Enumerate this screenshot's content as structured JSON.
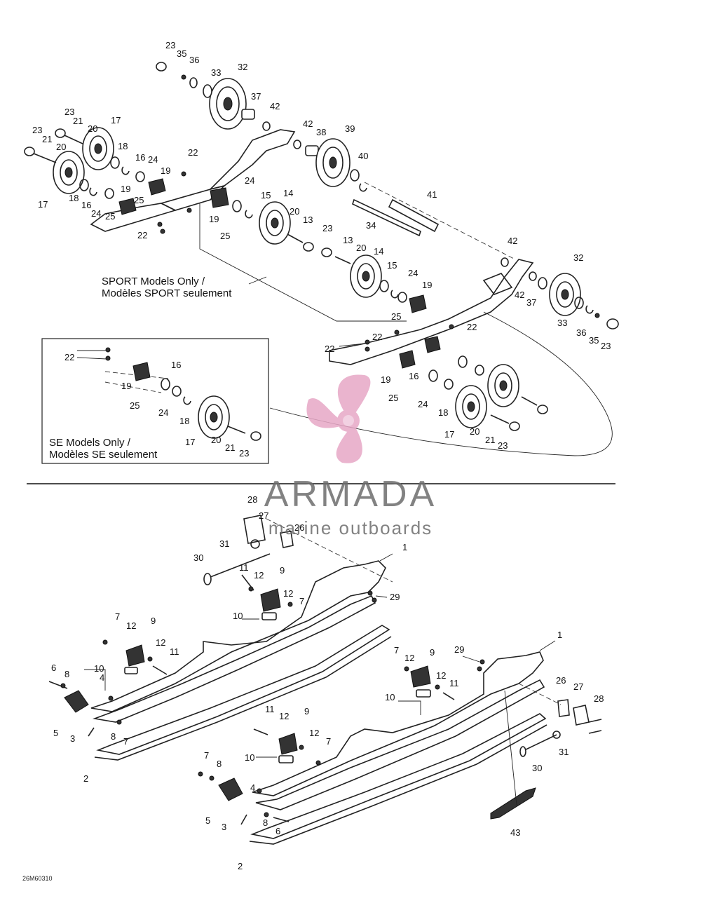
{
  "notes": {
    "sport": "SPORT Models Only /",
    "sport_fr": "Modèles SPORT seulement",
    "se": "SE Models Only /",
    "se_fr": "Modèles SE seulement"
  },
  "watermark": {
    "brand": "ARMADA",
    "tagline": "marine outboards",
    "brand_color": "#e7a7c6"
  },
  "diagram_code": "26M60310",
  "callouts": {
    "t23a": "23",
    "t35a": "35",
    "t36a": "36",
    "t33a": "33",
    "t32a": "32",
    "t37a": "37",
    "t42a": "42",
    "t42b": "42",
    "t38": "38",
    "t39": "39",
    "t40": "40",
    "t41": "41",
    "t34": "34",
    "t23b": "23",
    "t21a": "21",
    "t20a": "20",
    "t17a": "17",
    "t23c": "23",
    "t21b": "21",
    "t20b": "20",
    "t18a": "18",
    "t16a": "16",
    "t24a": "24",
    "t19a": "19",
    "t22a": "22",
    "t17b": "17",
    "t18b": "18",
    "t16b": "16",
    "t24b": "24",
    "t19b": "19",
    "t25a": "25",
    "t25b": "25",
    "t22b": "22",
    "t19c": "19",
    "t25c": "25",
    "t24c": "24",
    "t15a": "15",
    "t14a": "14",
    "t20c": "20",
    "t13a": "13",
    "t23d": "23",
    "t13b": "13",
    "t20d": "20",
    "t14b": "14",
    "t15b": "15",
    "t24d": "24",
    "t19d": "19",
    "t25d": "25",
    "t42c": "42",
    "t32b": "32",
    "t42d": "42",
    "t37b": "37",
    "t33b": "33",
    "t36b": "36",
    "t35b": "35",
    "t23e": "23",
    "t22c": "22",
    "t22d": "22",
    "t22e": "22",
    "t19e": "19",
    "t16c": "16",
    "t25e": "25",
    "t24e": "24",
    "t18c": "18",
    "t17c": "17",
    "t20e": "20",
    "t21c": "21",
    "t23f": "23",
    "t22f": "22",
    "t16d": "16",
    "t19f": "19",
    "t25f": "25",
    "t24f": "24",
    "t18d": "18",
    "t17d": "17",
    "t20f": "20",
    "t21d": "21",
    "t23g": "23",
    "t28a": "28",
    "t27a": "27",
    "t26a": "26",
    "t31a": "31",
    "t30a": "30",
    "t11a": "11",
    "t12a": "12",
    "t9a": "9",
    "t12b": "12",
    "t1a": "1",
    "t29a": "29",
    "t10a": "10",
    "t7a": "7",
    "t7b": "7",
    "t12c": "12",
    "t9b": "9",
    "t12d": "12",
    "t11b": "11",
    "t10b": "10",
    "t6a": "6",
    "t8a": "8",
    "t4a": "4",
    "t5a": "5",
    "t3a": "3",
    "t8b": "8",
    "t7c": "7",
    "t2a": "2",
    "t7d": "7",
    "t12e": "12",
    "t9c": "9",
    "t29b": "29",
    "t1b": "1",
    "t12f": "12",
    "t11c": "11",
    "t10c": "10",
    "t26b": "26",
    "t27b": "27",
    "t28b": "28",
    "t31b": "31",
    "t30b": "30",
    "t11d": "11",
    "t12g": "12",
    "t9d": "9",
    "t12h": "12",
    "t7e": "7",
    "t7f": "7",
    "t8c": "8",
    "t10d": "10",
    "t4b": "4",
    "t5b": "5",
    "t3b": "3",
    "t8d": "8",
    "t6b": "6",
    "t2b": "2",
    "t43": "43"
  }
}
